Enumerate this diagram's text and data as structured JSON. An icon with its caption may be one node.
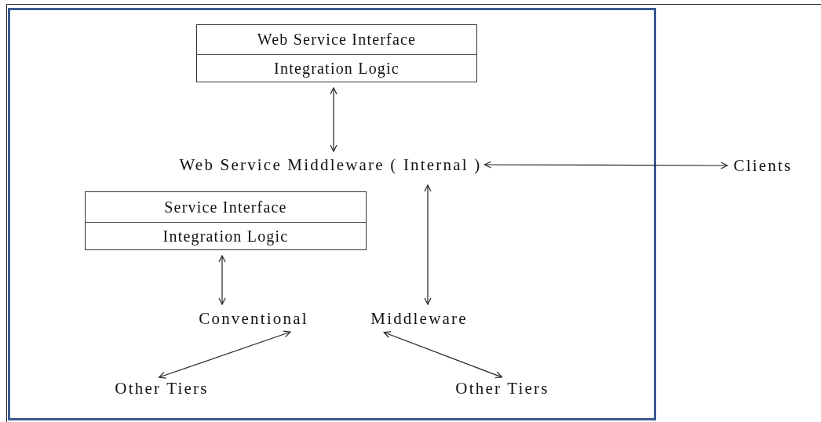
{
  "diagram": {
    "nodes": [
      {
        "text": [],
        "shape": "box"
      },
      {
        "text": [
          "Web Service Interface",
          "Integration Logic"
        ],
        "in": 0
      },
      {
        "text": [
          "Web Service Middleware ( Internal )"
        ],
        "in": 0
      },
      {
        "text": [
          "Clients"
        ]
      },
      {
        "text": [
          "Service Interface",
          "Integration Logic"
        ],
        "in": 0
      },
      {
        "text": [
          "Conventional"
        ],
        "in": 0
      },
      {
        "text": [
          "Middleware"
        ],
        "in": 0
      },
      {
        "text": [
          "Other Tiers"
        ],
        "in": 0
      },
      {
        "text": [
          "Other Tiers"
        ],
        "in": 0
      }
    ],
    "edges": [
      {
        "from": 1,
        "to": 2,
        "arrow": "both"
      },
      {
        "from": 2,
        "to": 3,
        "arrow": "both"
      },
      {
        "from": 4,
        "to": 5,
        "arrow": "both"
      },
      {
        "from": 6,
        "to": 2,
        "arrow": "both"
      },
      {
        "from": 5,
        "to": 7,
        "arrow": "both"
      },
      {
        "from": 6,
        "to": 8,
        "arrow": "both"
      }
    ]
  }
}
